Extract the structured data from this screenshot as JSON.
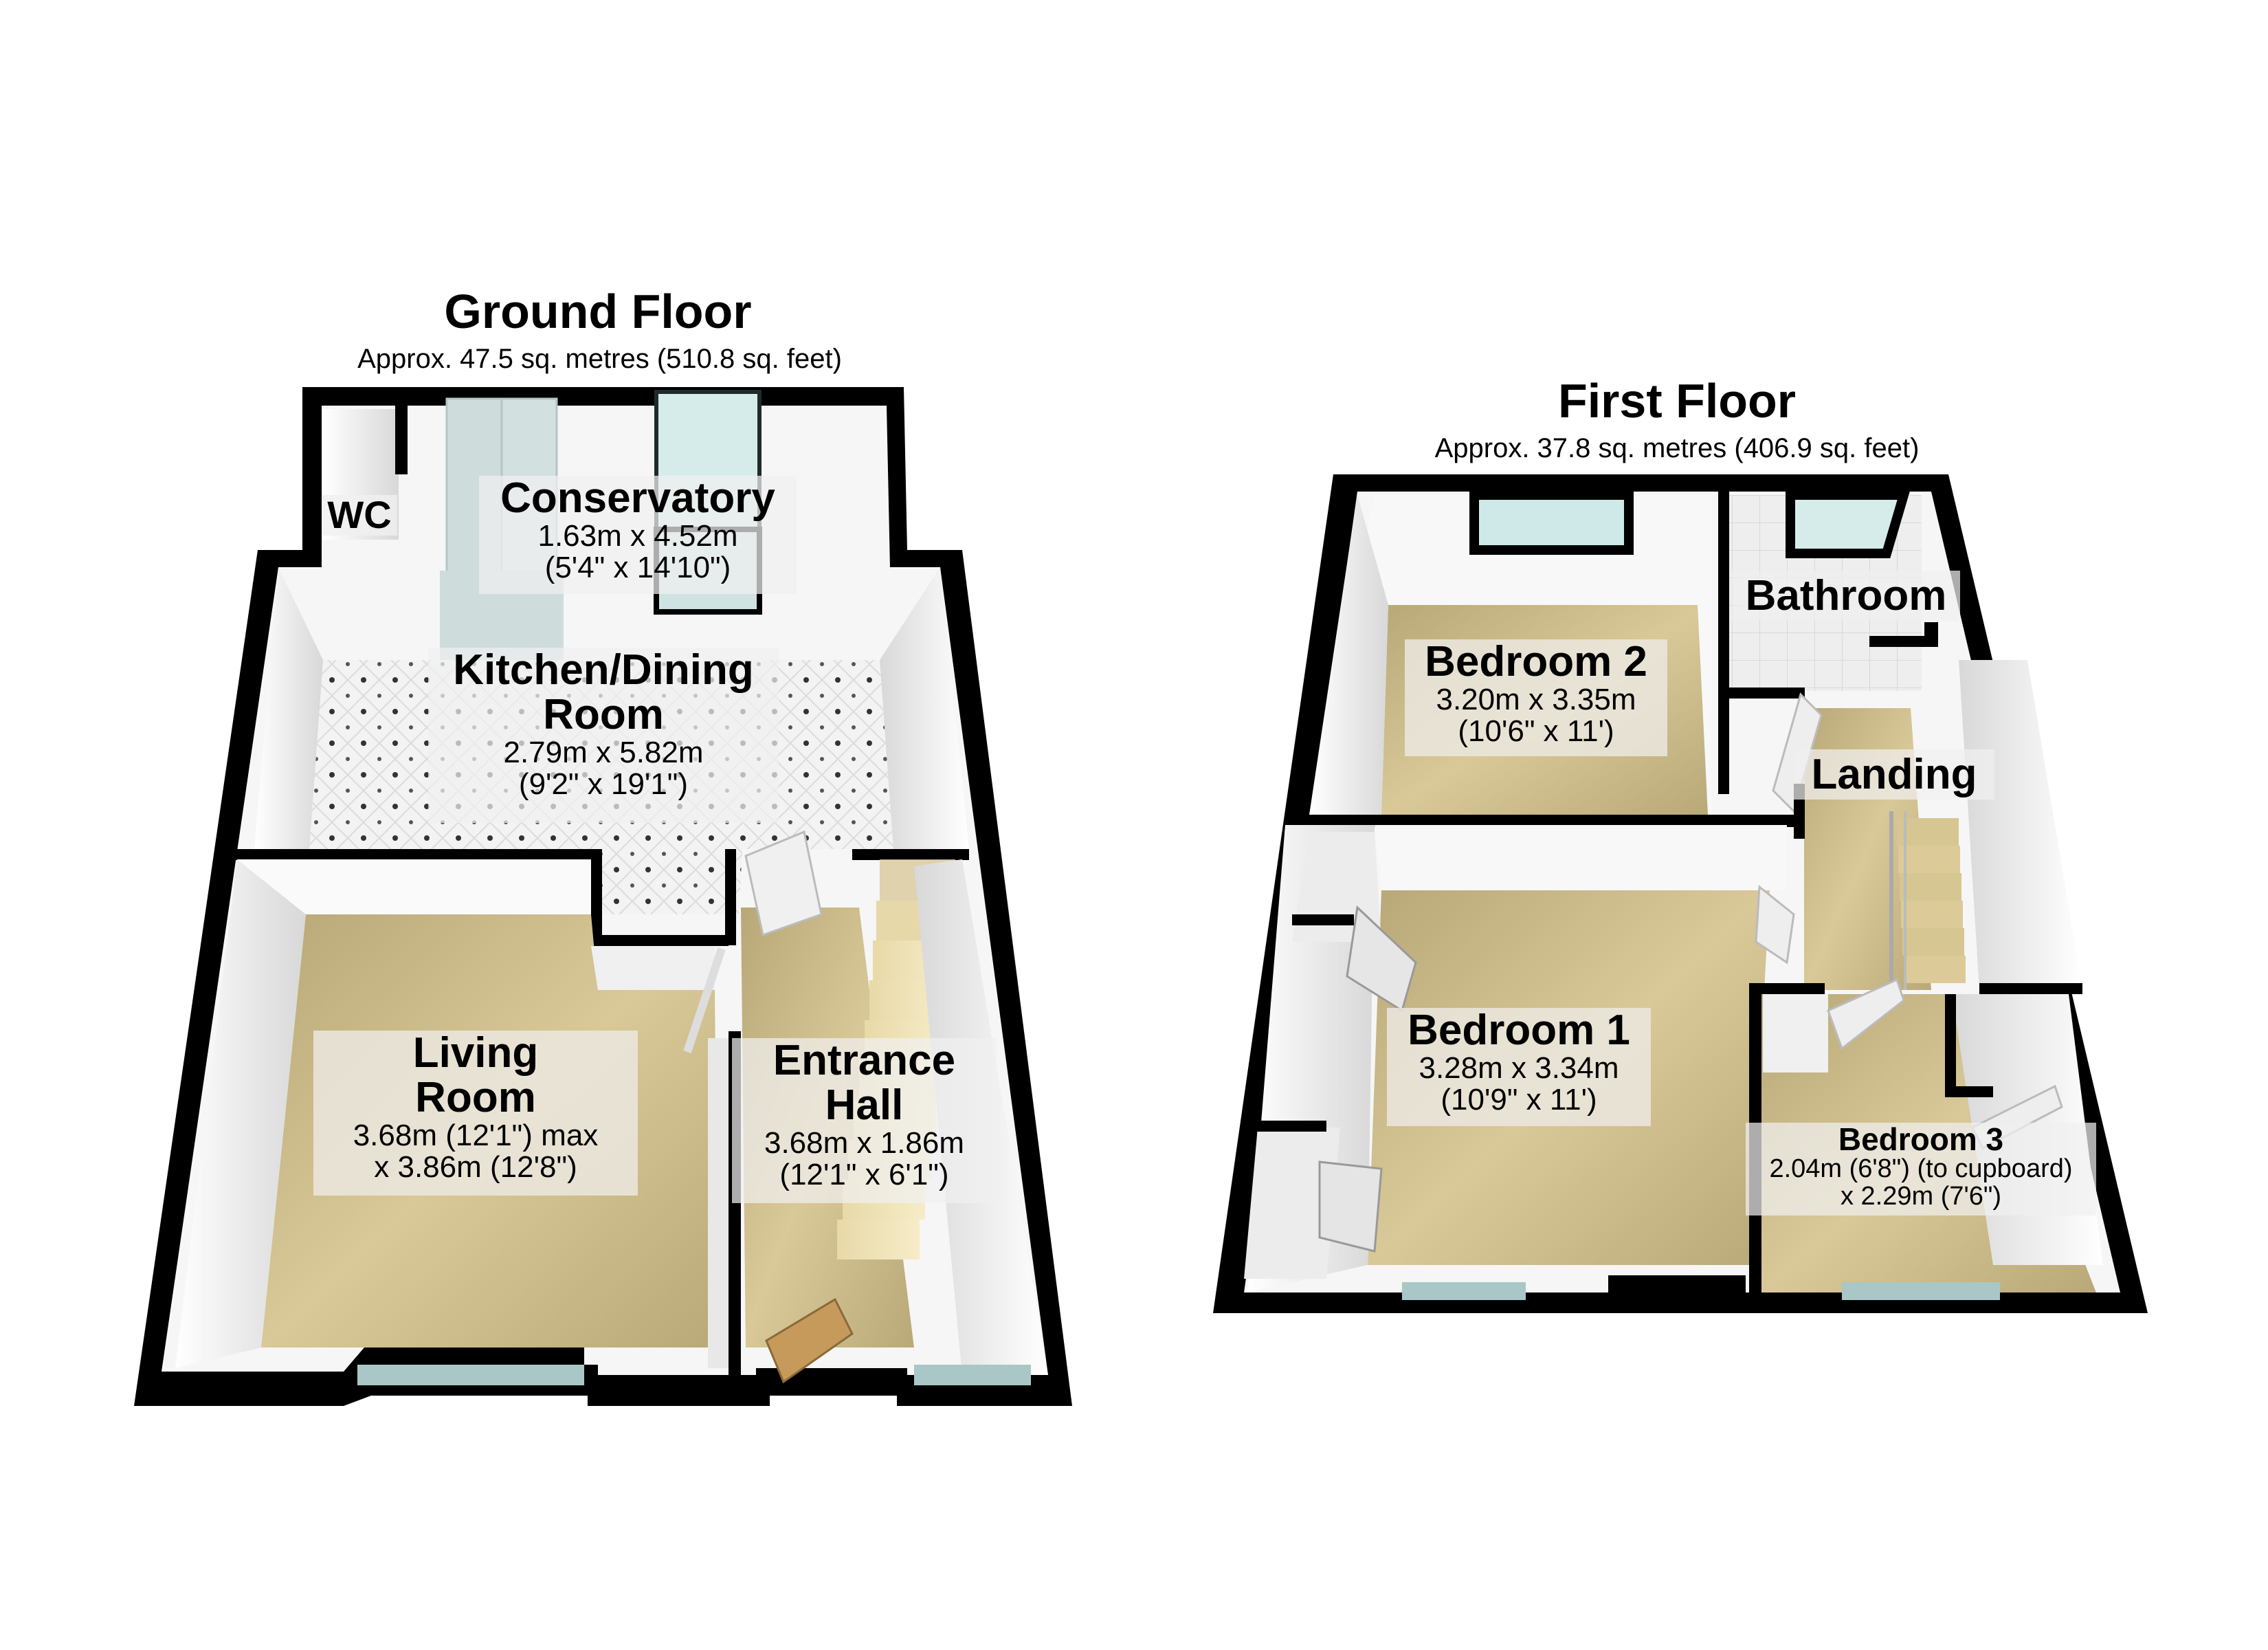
{
  "ground_floor": {
    "title": "Ground Floor",
    "area": "Approx. 47.5 sq. metres (510.8 sq. feet)",
    "rooms": {
      "wc": {
        "name": "WC"
      },
      "conservatory": {
        "name": "Conservatory",
        "dim_metric": "1.63m x 4.52m",
        "dim_imperial": "(5'4\" x 14'10\")"
      },
      "kitchen": {
        "name_line1": "Kitchen/Dining",
        "name_line2": "Room",
        "dim_metric": "2.79m x 5.82m",
        "dim_imperial": "(9'2\" x 19'1\")"
      },
      "living": {
        "name_line1": "Living",
        "name_line2": "Room",
        "dim_line1": "3.68m (12'1\") max",
        "dim_line2": "x 3.86m (12'8\")"
      },
      "entrance": {
        "name_line1": "Entrance",
        "name_line2": "Hall",
        "dim_metric": "3.68m x 1.86m",
        "dim_imperial": "(12'1\" x 6'1\")"
      }
    }
  },
  "first_floor": {
    "title": "First Floor",
    "area": "Approx. 37.8 sq. metres (406.9 sq. feet)",
    "rooms": {
      "bedroom2": {
        "name": "Bedroom 2",
        "dim_metric": "3.20m x 3.35m",
        "dim_imperial": "(10'6\" x 11')"
      },
      "bathroom": {
        "name": "Bathroom"
      },
      "landing": {
        "name": "Landing"
      },
      "bedroom1": {
        "name": "Bedroom 1",
        "dim_metric": "3.28m x 3.34m",
        "dim_imperial": "(10'9\" x 11')"
      },
      "bedroom3": {
        "name": "Bedroom 3",
        "dim_line1": "2.04m (6'8\") (to cupboard)",
        "dim_line2": "x 2.29m (7'6\")"
      }
    }
  },
  "colors": {
    "wall": "#000000",
    "inner_wall": "#f4f4f4",
    "carpet": "#c9b98a",
    "tile_floor": "#f2f2f2",
    "glass": "#cfe3e3",
    "label_bg": "#ece9e2"
  }
}
